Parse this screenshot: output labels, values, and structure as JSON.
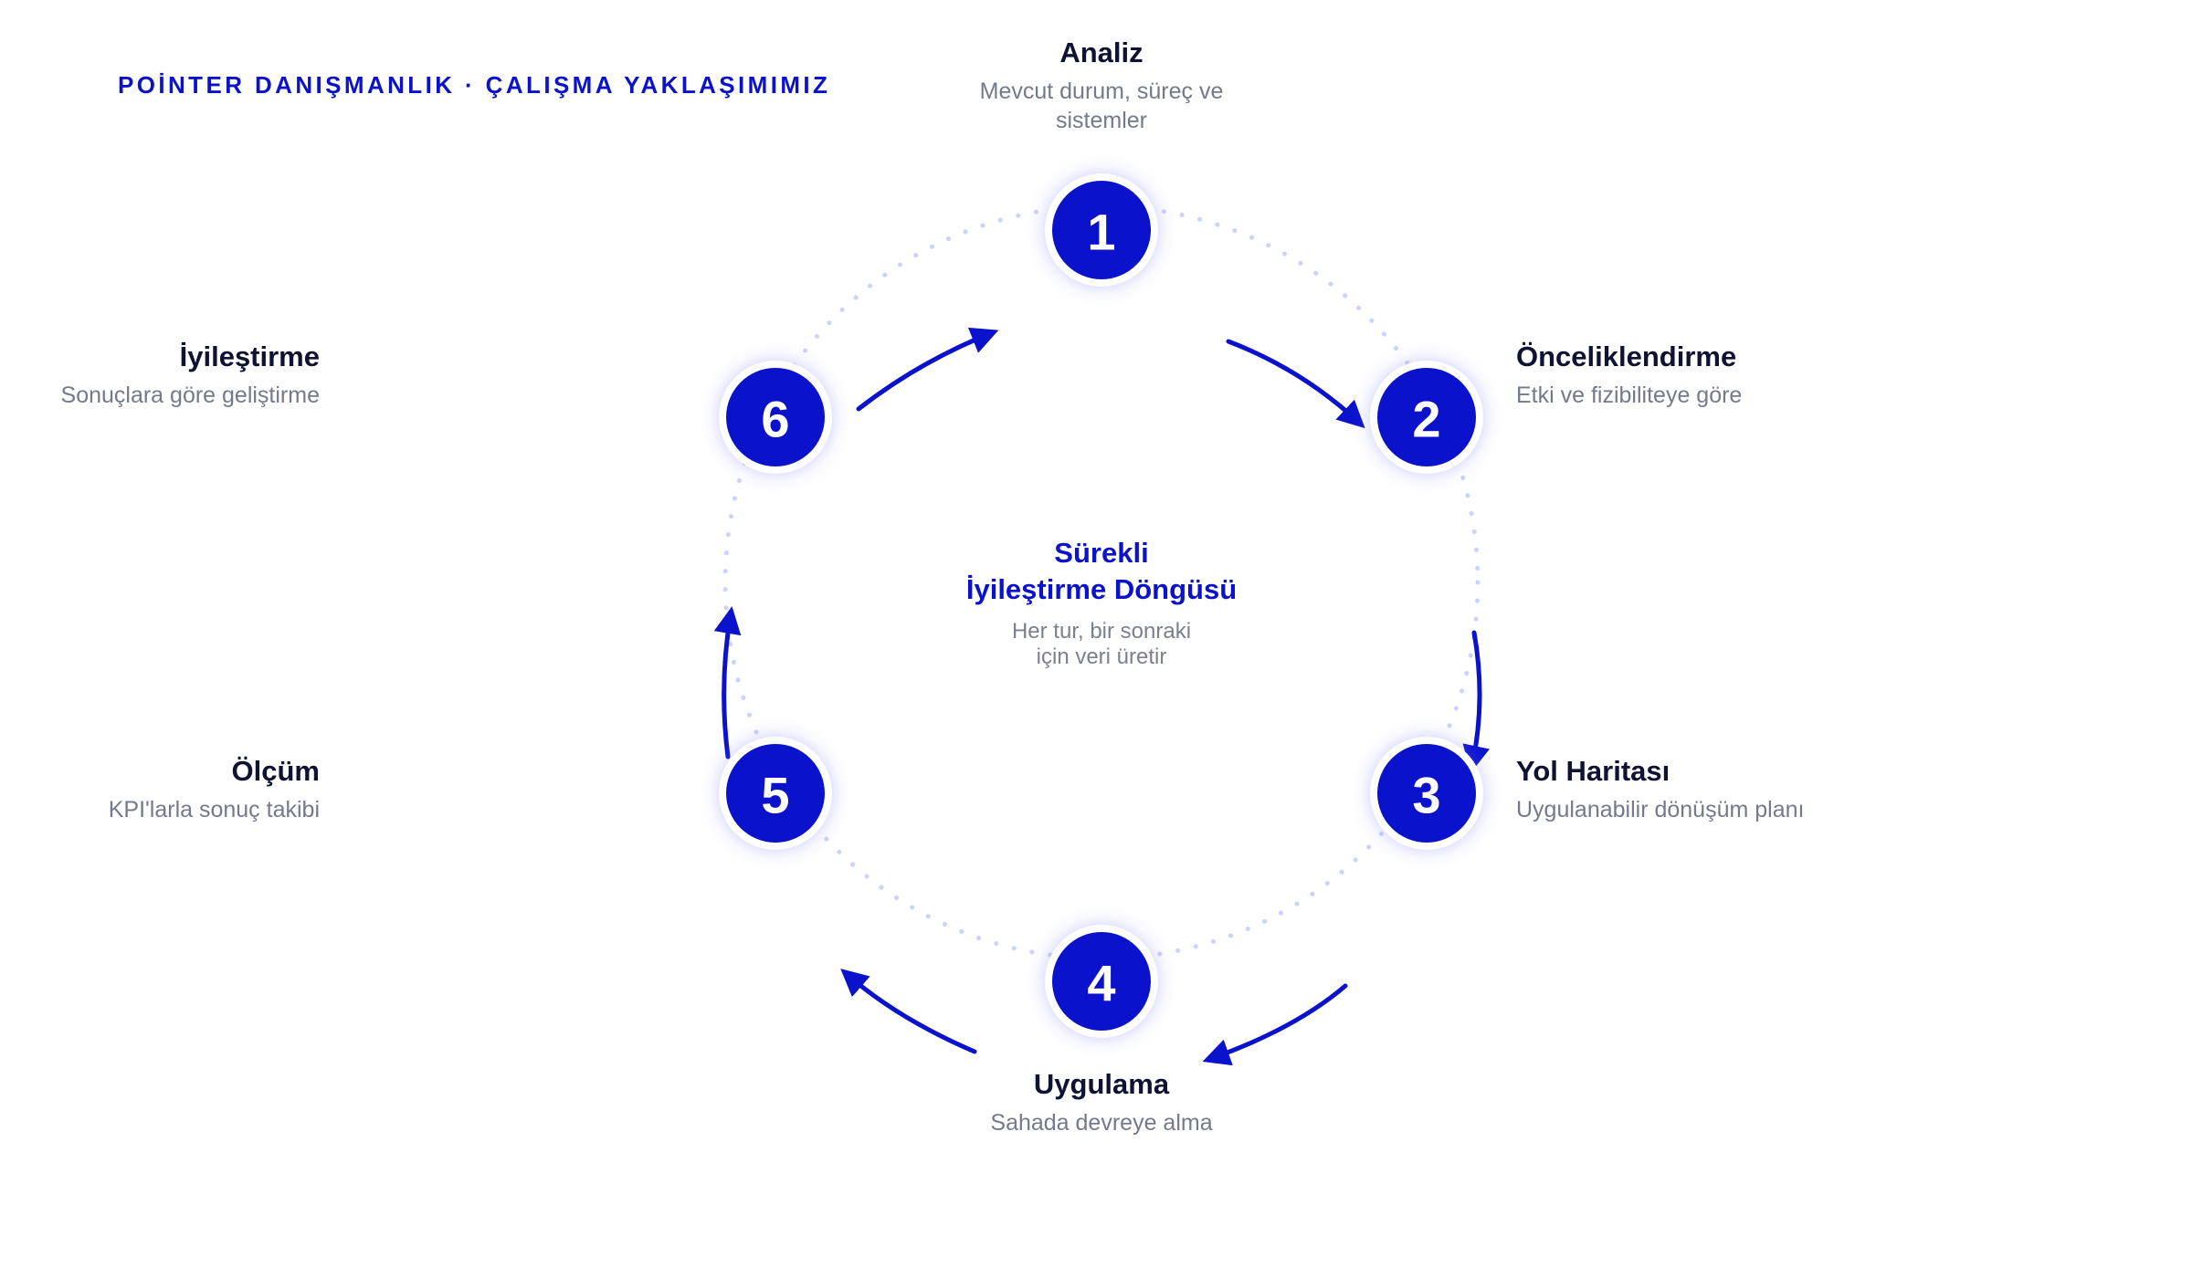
{
  "header": {
    "title": "POİNTER DANIŞMANLIK · ÇALIŞMA YAKLAŞIMIMIZ"
  },
  "center": {
    "title_line1": "Sürekli",
    "title_line2": "İyileştirme Döngüsü",
    "subtitle_line1": "Her tur, bir sonraki",
    "subtitle_line2": "için veri üretir"
  },
  "steps": [
    {
      "number": "1",
      "title": "Analiz",
      "desc_line1": "Mevcut durum, süreç ve",
      "desc_line2": "sistemler"
    },
    {
      "number": "2",
      "title": "Önceliklendirme",
      "desc_line1": "Etki ve fizibiliteye göre"
    },
    {
      "number": "3",
      "title": "Yol Haritası",
      "desc_line1": "Uygulanabilir dönüşüm planı"
    },
    {
      "number": "4",
      "title": "Uygulama",
      "desc_line1": "Sahada devreye alma"
    },
    {
      "number": "5",
      "title": "Ölçüm",
      "desc_line1": "KPI'larla sonuç takibi"
    },
    {
      "number": "6",
      "title": "İyileştirme",
      "desc_line1": "Sonuçlara göre geliştirme"
    }
  ],
  "colors": {
    "accent": "#0b12cc",
    "title_text": "#0e1233",
    "muted_text": "#737a8c",
    "ring_dots": "#cdd1ff"
  }
}
